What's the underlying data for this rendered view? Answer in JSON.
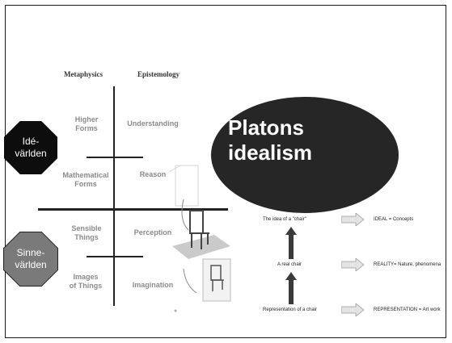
{
  "diagram": {
    "columns": {
      "metaphysics": "Metaphysics",
      "epistemology": "Epistemology"
    },
    "left_labels": {
      "higher_forms": [
        "Higher",
        "Forms"
      ],
      "mathematical_forms": [
        "Mathematical",
        "Forms"
      ],
      "sensible_things": [
        "Sensible",
        "Things"
      ],
      "images_of_things": [
        "Images",
        "of Things"
      ]
    },
    "right_labels": {
      "understanding": "Understanding",
      "reason": "Reason",
      "perception": "Perception",
      "imagination": "Imagination"
    },
    "badges": {
      "ide": [
        "Idé-",
        "världen"
      ],
      "sinne": [
        "Sinne-",
        "världen"
      ]
    },
    "title": [
      "Platons",
      "idealism"
    ],
    "chair_levels": [
      {
        "left": "The idea of a \"chair\"",
        "right": "IDEAL = Concepts"
      },
      {
        "left": "A real chair",
        "right": "REALITY= Nature, phenomena"
      },
      {
        "left": "Representation of a chair",
        "right": "REPRESENTATION = Art work"
      }
    ],
    "colors": {
      "dark": "#0d0d0d",
      "grey": "#7a7a7a",
      "ellipse": "#262626"
    }
  }
}
